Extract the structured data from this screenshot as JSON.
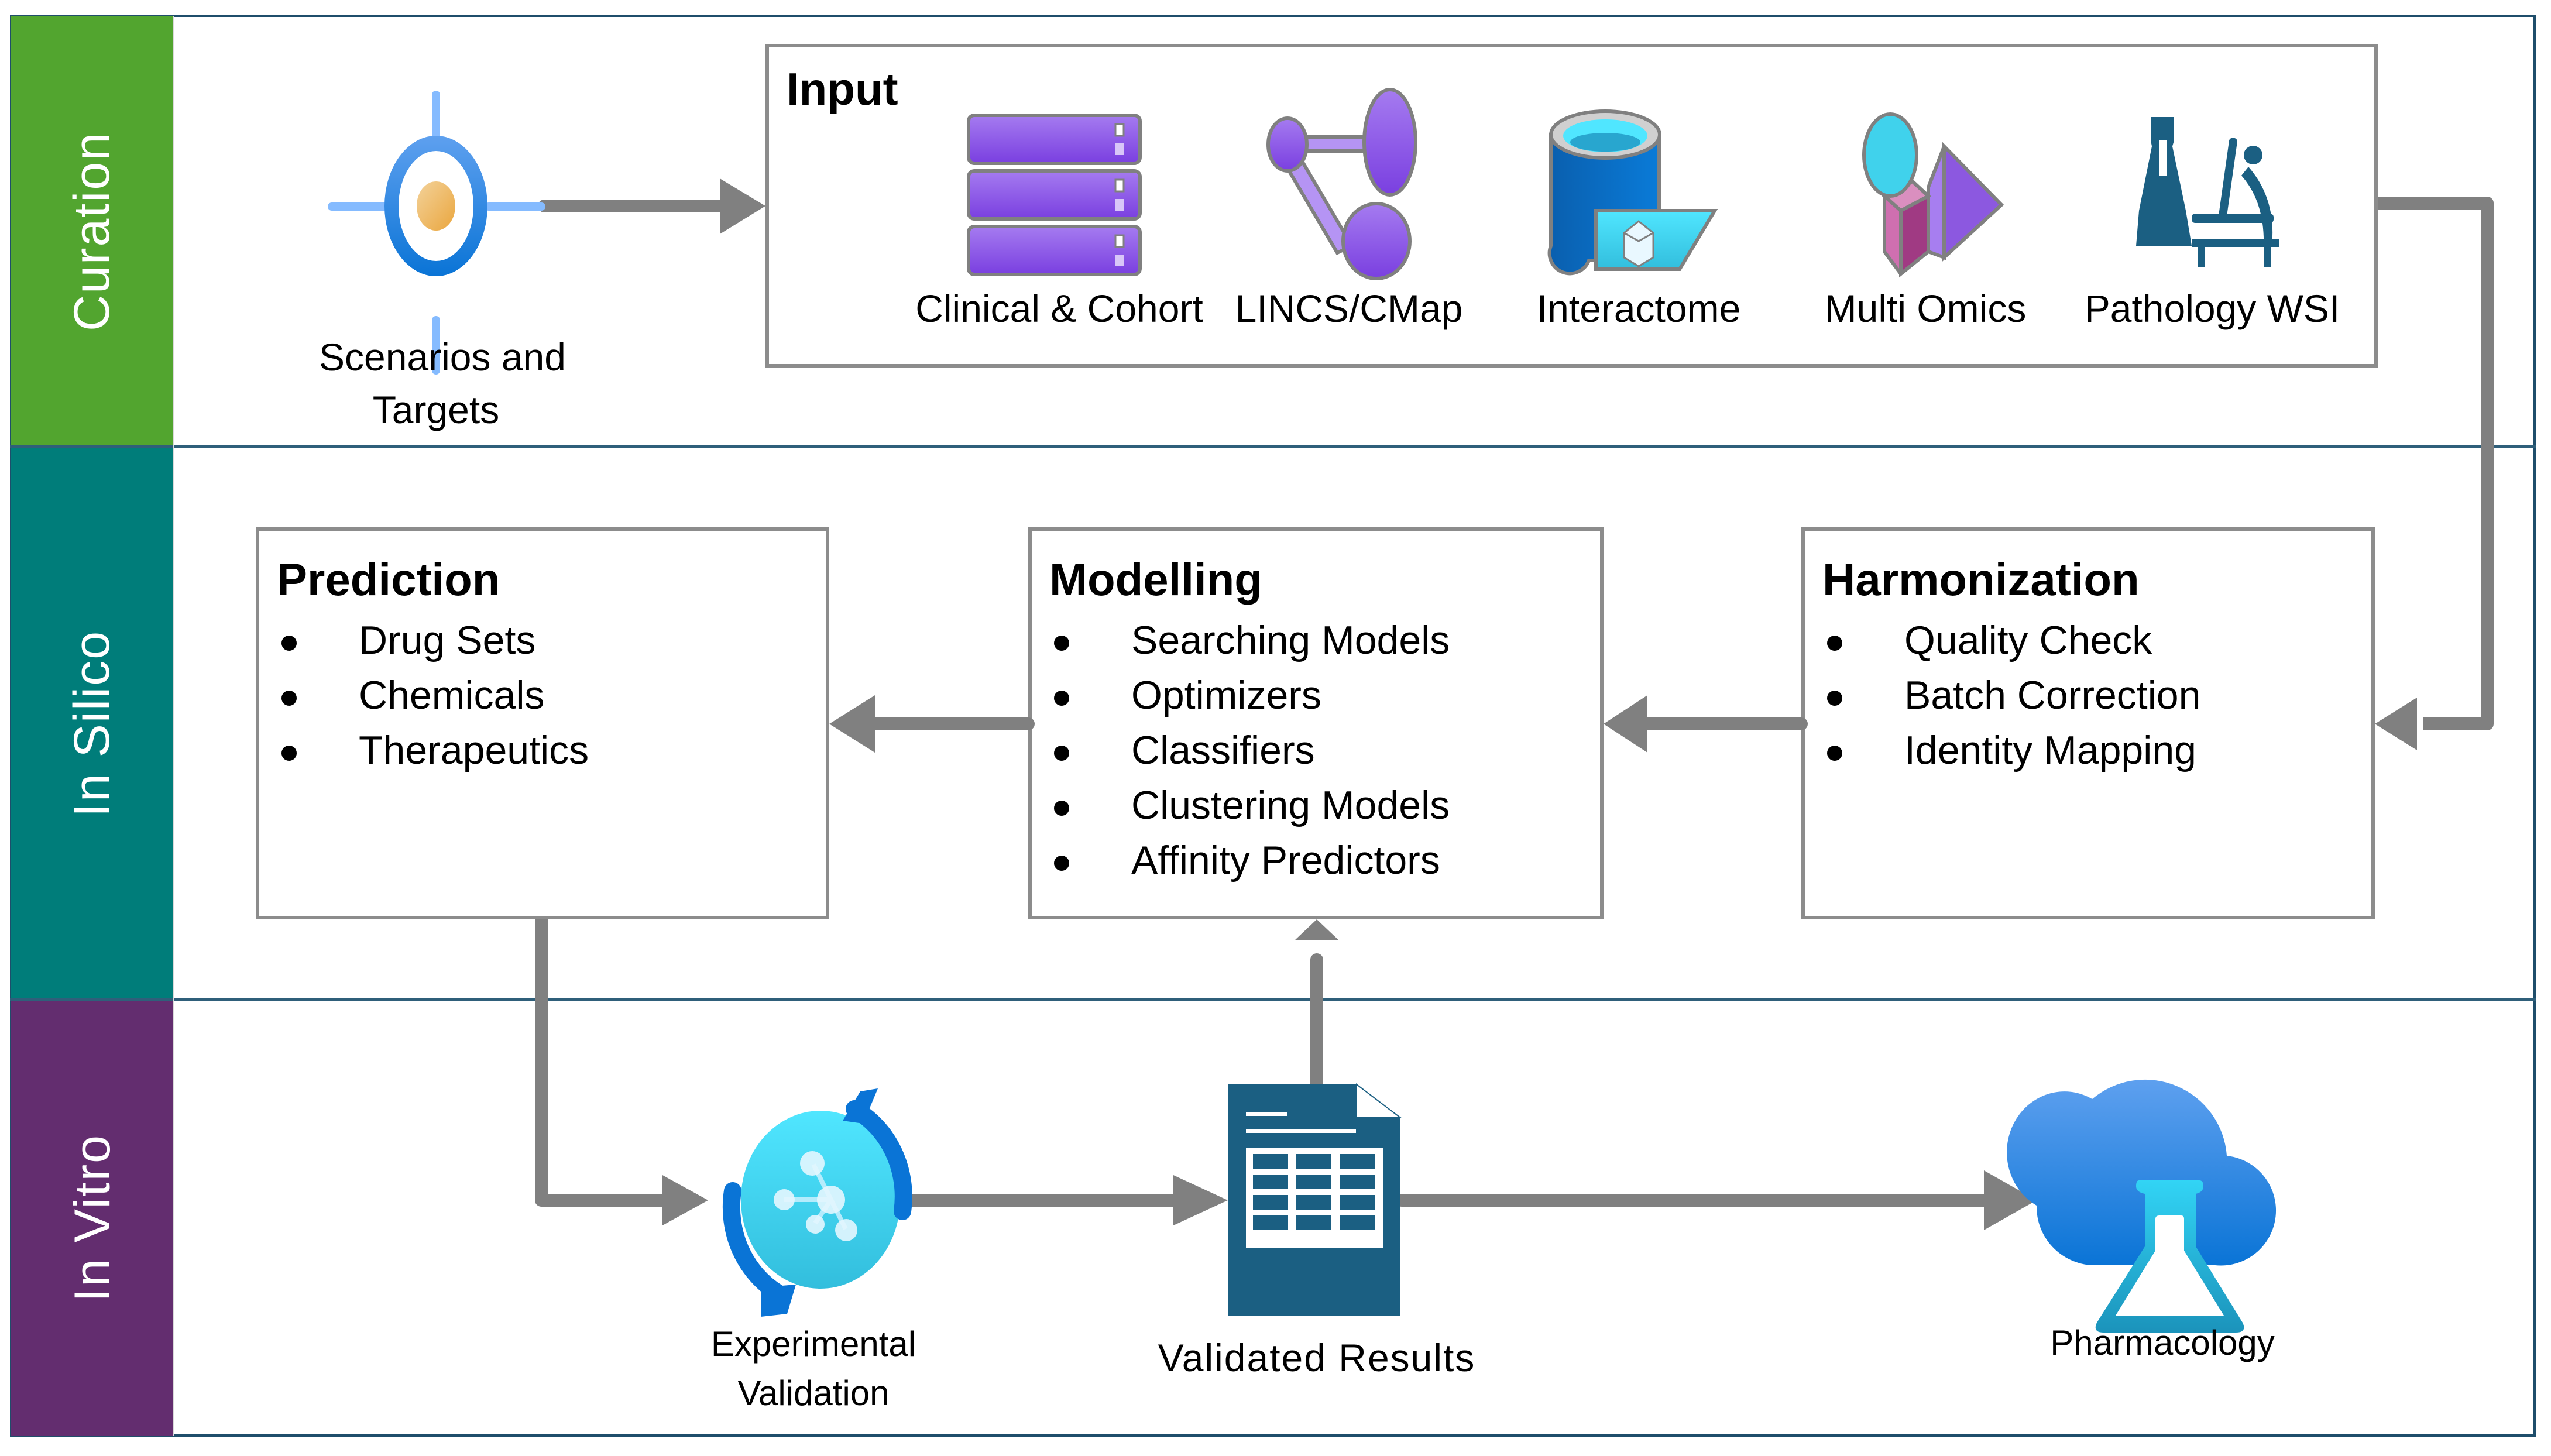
{
  "lanes": [
    {
      "label": "Curation",
      "color": "#52A52F"
    },
    {
      "label": "In Silico",
      "color": "#007D7A"
    },
    {
      "label": "In Vitro",
      "color": "#632D6F"
    }
  ],
  "curation": {
    "scenarios_label_line1": "Scenarios and",
    "scenarios_label_line2": "Targets",
    "input": {
      "title": "Input",
      "sources": [
        {
          "label": "Clinical & Cohort",
          "icon": "database-server-icon"
        },
        {
          "label": "LINCS/CMap",
          "icon": "network-graph-icon"
        },
        {
          "label": "Interactome",
          "icon": "data-cylinder-icon"
        },
        {
          "label": "Multi Omics",
          "icon": "shapes-icon"
        },
        {
          "label": "Pathology WSI",
          "icon": "lab-microscope-icon"
        }
      ]
    }
  },
  "in_silico": {
    "prediction": {
      "title": "Prediction",
      "items": [
        "Drug Sets",
        "Chemicals",
        "Therapeutics"
      ]
    },
    "modelling": {
      "title": "Modelling",
      "items": [
        "Searching Models",
        "Optimizers",
        "Classifiers",
        "Clustering Models",
        "Affinity Predictors"
      ]
    },
    "harmonization": {
      "title": "Harmonization",
      "items": [
        "Quality Check",
        "Batch Correction",
        "Identity Mapping"
      ]
    }
  },
  "in_vitro": {
    "experimental_line1": "Experimental",
    "experimental_line2": "Validation",
    "validated_results": "Validated Results",
    "pharmacology": "Pharmacology"
  },
  "colors": {
    "arrow": "#808080",
    "frame": "#1f4e6b",
    "purple_icon": "#8a4fe0",
    "teal_icon": "#1b5f82",
    "azure_blue": "#0078d4",
    "cyan": "#50e6ff"
  }
}
